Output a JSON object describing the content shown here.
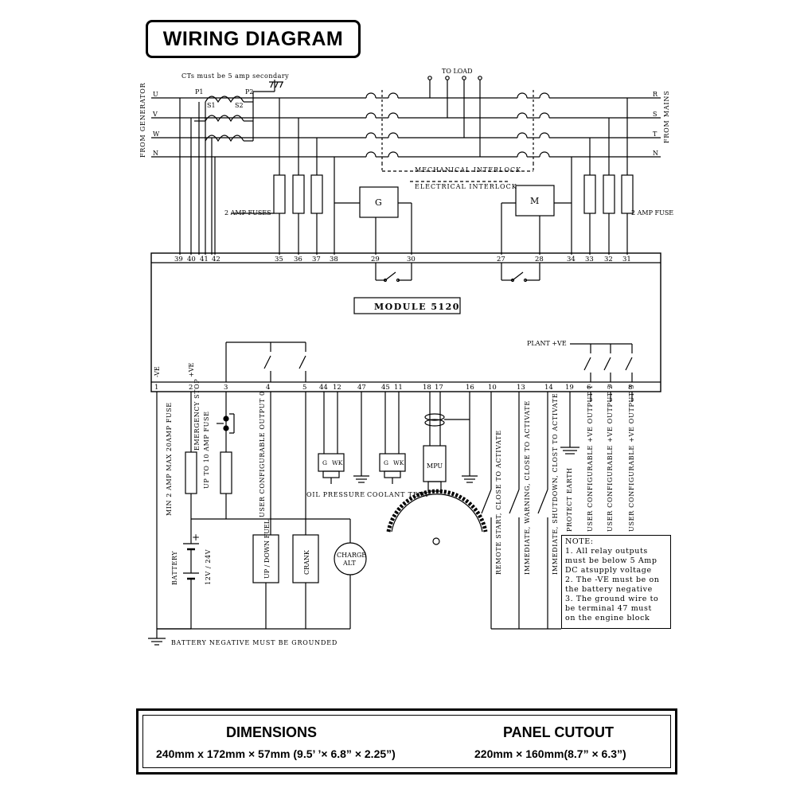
{
  "title": "WIRING DIAGRAM",
  "ct_note": "CTs must be 5 amp secondary",
  "to_load": "TO LOAD",
  "from_generator": "FROM GENERATOR",
  "from_mains": "FROM MAINS",
  "gen_phases": [
    "U",
    "V",
    "W",
    "N"
  ],
  "mains_phases": [
    "R",
    "S",
    "T",
    "N"
  ],
  "ct_labels": {
    "p1": "P1",
    "p2": "P2",
    "s1": "S1",
    "s2": "S2"
  },
  "mechanical_interlock": "MECHANICAL INTERLOCK",
  "electrical_interlock": "ELECTRICAL INTERLOCK",
  "gen_contactor": "G",
  "mains_contactor": "M",
  "fuse_left": "2 AMP FUSES",
  "fuse_right": "2 AMP FUSE",
  "module_name": "MODULE 5120",
  "top_terminals": [
    "39",
    "40",
    "41",
    "42",
    "35",
    "36",
    "37",
    "38",
    "29",
    "30",
    "27",
    "28",
    "34",
    "33",
    "32",
    "31"
  ],
  "bottom_terminals": [
    "1",
    "2",
    "3",
    "4",
    "5",
    "44",
    "12",
    "47",
    "45",
    "11",
    "18",
    "17",
    "16",
    "10",
    "13",
    "14",
    "19",
    "6",
    "7",
    "8"
  ],
  "plant_ve": "PLANT +VE",
  "neg_ve": "-VE",
  "pos_ve": "+VE",
  "fuse_main": "MIN 2 AMP MAX 20AMP FUSE",
  "fuse_estop": "UP TO 10 AMP FUSE",
  "emergency_stop": "EMERGENCY STOP",
  "battery": "BATTERY",
  "battery_voltage": "12V / 24V",
  "user_output_0": "USER CONFIGURABLE OUTPUT 0",
  "oil_pressure": "OIL PRESSURE",
  "coolant_temp": "COOLANT TEMP",
  "sender_g": "G",
  "sender_wk": "WK",
  "mpu": "MPU",
  "remote_start": "REMOTE START, CLOSE TO ACTIVATE",
  "immediate_warning": "IMMEDIATE, WARNING, CLOSE TO ACTIVATE",
  "immediate_shutdown": "IMMEDIATE, SHUTDOWN, CLOST TO ACTIVATE",
  "protect_earth": "PROTECT EARTH",
  "user_output_1": "USER CONFIGURABLE +VE OUTPUT 1",
  "user_output_2": "USER CONFIGURABLE +VE OUTPUT 2",
  "user_output_3": "USER CONFIGURABLE +VE OUTPUT 3",
  "up_down_fuel": "UP / DOWN FUEL",
  "crank": "CRANK",
  "charge_alt_1": "CHARGE",
  "charge_alt_2": "ALT",
  "battery_ground_note": "BATTERY NEGATIVE MUST BE GROUNDED",
  "notes": [
    "NOTE:",
    "1. All relay outputs",
    "   must be below 5 Amp",
    "   DC atsupply voltage",
    "2. The -VE must be on",
    "   the battery negative",
    "3. The ground wire to",
    "   be terminal 47 must",
    "   on the engine block"
  ],
  "dimensions_title": "DIMENSIONS",
  "dimensions_value": "240mm x 172mm × 57mm (9.5’ ’× 6.8” × 2.25”)",
  "panel_cutout_title": "PANEL CUTOUT",
  "panel_cutout_value": "220mm × 160mm(8.7” × 6.3”)"
}
